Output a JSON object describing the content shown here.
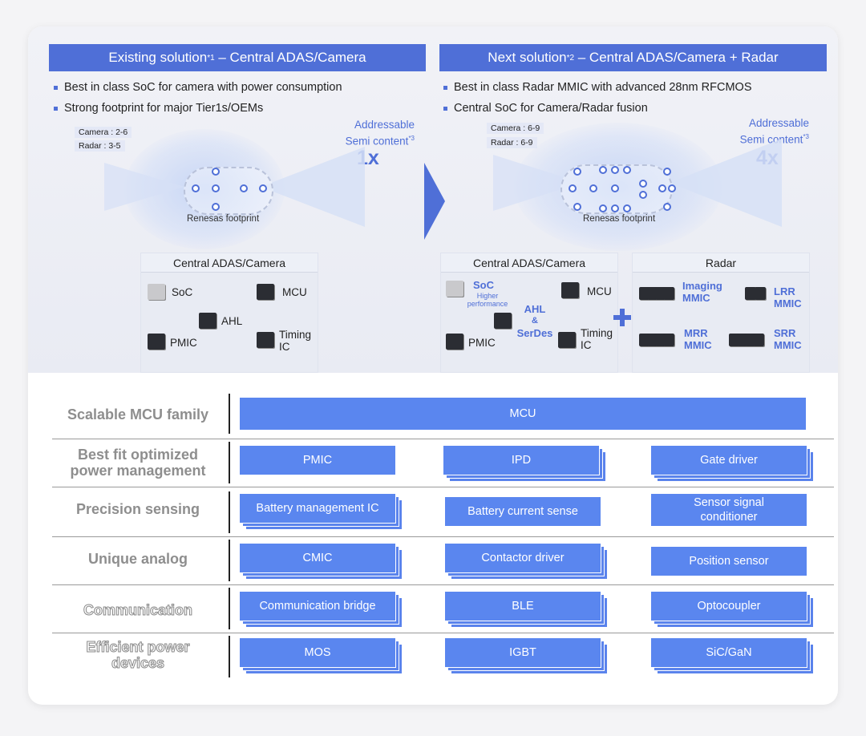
{
  "existing": {
    "title": "Existing solution",
    "title_sup": "*1",
    "title_rest": " – Central ADAS/Camera",
    "bullets": [
      "Best in class SoC for camera with power consumption",
      "Strong footprint for major Tier1s/OEMs"
    ],
    "tags": [
      "Camera : 2-6",
      "Radar : 3-5"
    ],
    "addressable_line1": "Addressable",
    "addressable_line2": "Semi content",
    "addressable_sup": "*3",
    "multiplier": "1x",
    "footprint": "Renesas footprint",
    "panel_title": "Central ADAS/Camera",
    "chips": {
      "soc": "SoC",
      "mcu": "MCU",
      "ahl": "AHL",
      "pmic": "PMIC",
      "timing_1": "Timing",
      "timing_2": "IC"
    }
  },
  "next": {
    "title": "Next solution",
    "title_sup": "*2",
    "title_rest": " – Central ADAS/Camera + Radar",
    "bullets": [
      "Best in class Radar MMIC with advanced 28nm RFCMOS",
      "Central SoC for Camera/Radar fusion"
    ],
    "tags": [
      "Camera : 6-9",
      "Radar : 6-9"
    ],
    "addressable_line1": "Addressable",
    "addressable_line2": "Semi content",
    "addressable_sup": "*3",
    "multiplier": "4x",
    "footprint": "Renesas footprint",
    "panel_title": "Central ADAS/Camera",
    "chips": {
      "soc": "SoC",
      "soc_note_1": "Higher",
      "soc_note_2": "performance",
      "mcu": "MCU",
      "ahl_1": "AHL",
      "ahl_2": "&",
      "ahl_3": "SerDes",
      "pmic": "PMIC",
      "timing_1": "Timing",
      "timing_2": "IC"
    },
    "radar_title": "Radar",
    "radar": {
      "imaging_1": "Imaging",
      "imaging_2": "MMIC",
      "lrr_1": "LRR",
      "lrr_2": "MMIC",
      "mrr_1": "MRR",
      "mrr_2": "MMIC",
      "srr_1": "SRR",
      "srr_2": "MMIC"
    }
  },
  "rows": [
    {
      "label": "Scalable MCU family",
      "items": [
        "MCU"
      ]
    },
    {
      "label_1": "Best fit optimized",
      "label_2": "power management",
      "items": [
        "PMIC",
        "IPD",
        "Gate driver"
      ]
    },
    {
      "label": "Precision sensing",
      "items": [
        "Battery management IC",
        "Battery current sense",
        "Sensor signal conditioner"
      ]
    },
    {
      "label": "Unique analog",
      "items": [
        "CMIC",
        "Contactor driver",
        "Position sensor"
      ]
    },
    {
      "label": "Communication",
      "items": [
        "Communication bridge",
        "BLE",
        "Optocoupler"
      ]
    },
    {
      "label_1": "Efficient power",
      "label_2": "devices",
      "items": [
        "MOS",
        "IGBT",
        "SiC/GaN"
      ]
    }
  ],
  "colors": {
    "accent": "#4f6fd7",
    "box": "#5a86ef"
  }
}
